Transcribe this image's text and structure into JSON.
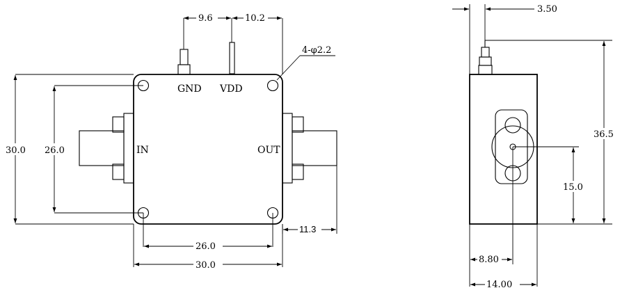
{
  "front_view": {
    "pin_labels": {
      "gnd": "GND",
      "vdd": "VDD"
    },
    "port_labels": {
      "input": "IN",
      "output": "OUT"
    },
    "dimensions": {
      "gnd_pin_offset": "9.6",
      "vdd_pin_offset": "10.2",
      "mounting_holes": "4-φ2.2",
      "overall_height": "30.0",
      "hole_pitch_vertical": "26.0",
      "hole_pitch_horizontal": "26.0",
      "overall_width": "30.0",
      "connector_length": "11.3"
    }
  },
  "side_view": {
    "dimensions": {
      "pin_offset": "3.50",
      "overall_height": "36.5",
      "connector_center_height": "15.0",
      "connector_center_offset": "8.80",
      "overall_width": "14.00"
    }
  }
}
